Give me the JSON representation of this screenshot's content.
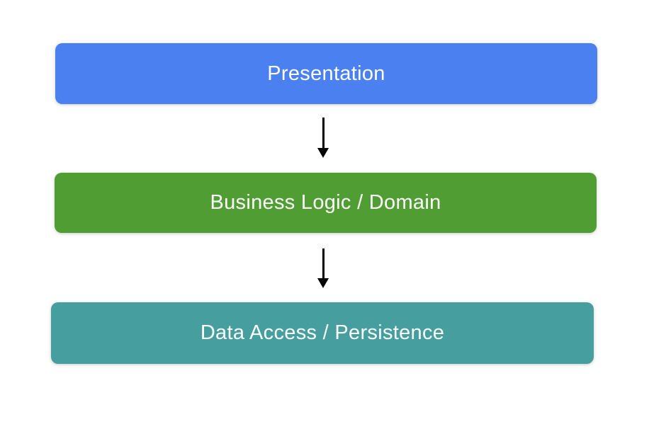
{
  "diagram": {
    "background_color": "#ffffff",
    "text_color": "#ffffff",
    "arrow_color": "#000000",
    "layers": [
      {
        "label": "Presentation",
        "fill": "#4a80f0"
      },
      {
        "label": "Business Logic / Domain",
        "fill": "#4f9d33"
      },
      {
        "label": "Data Access / Persistence",
        "fill": "#469e9f"
      }
    ]
  }
}
